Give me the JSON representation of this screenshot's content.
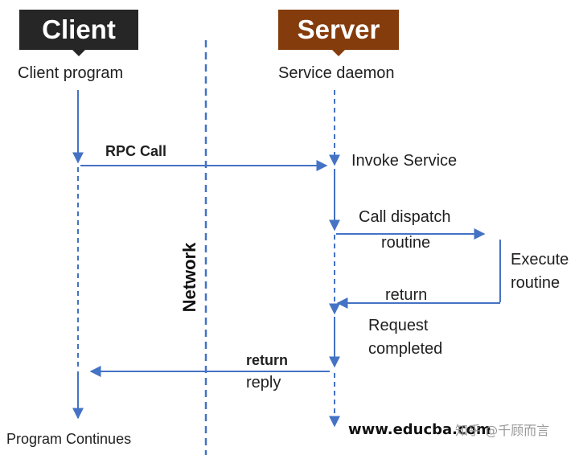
{
  "headers": {
    "client": "Client",
    "server": "Server"
  },
  "labels": {
    "client_program": "Client program",
    "service_daemon": "Service daemon",
    "rpc_call": "RPC Call",
    "invoke_service": "Invoke Service",
    "call_dispatch_1": "Call dispatch",
    "call_dispatch_2": "routine",
    "execute_1": "Execute",
    "execute_2": "routine",
    "return_inner": "return",
    "request_completed_1": "Request",
    "request_completed_2": "completed",
    "return_reply_1": "return",
    "return_reply_2": "reply",
    "network": "Network",
    "program_continues": "Program Continues"
  },
  "watermark": {
    "url": "www.educba.com",
    "zhihu": "知乎 @千顾而言"
  },
  "colors": {
    "client_header": "#262626",
    "server_header": "#843c0c",
    "arrow": "#4472c4"
  }
}
